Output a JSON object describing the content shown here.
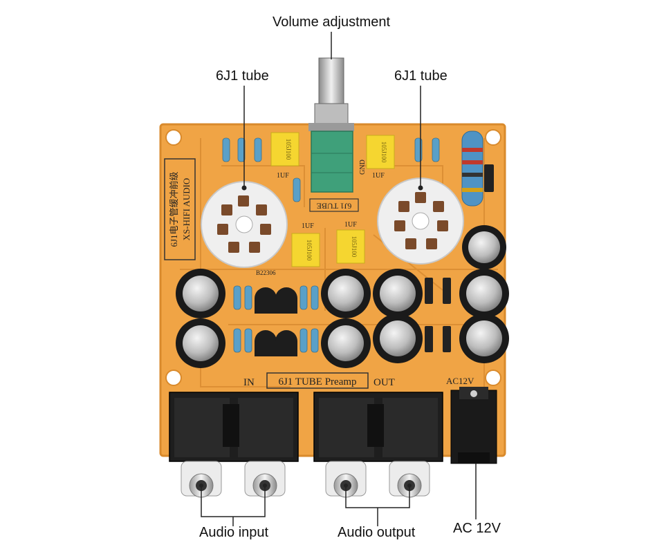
{
  "callouts": {
    "volume": "Volume adjustment",
    "tube_left": "6J1 tube",
    "tube_right": "6J1 tube",
    "audio_input": "Audio input",
    "audio_output": "Audio output",
    "ac": "AC 12V"
  },
  "silkscreen": {
    "title_cn": "6J1电子管缓冲前级",
    "brand": "XS-HIFI AUDIO",
    "tube_label": "6J1 TUBE",
    "board_label": "6J1 TUBE Preamp",
    "in_label": "IN",
    "out_label": "OUT",
    "power_label": "AC12V",
    "gnd_label": "GND",
    "cap_label": "1UF",
    "film_cap_code": "105J100",
    "serial": "B22306"
  },
  "colors": {
    "pcb": "#f0a445",
    "pcb_edge": "#d98a2c",
    "film_cap": "#f5d630",
    "connector": "#1a1a1a",
    "pot_body": "#3fa07a",
    "tube_socket": "#efefef"
  }
}
